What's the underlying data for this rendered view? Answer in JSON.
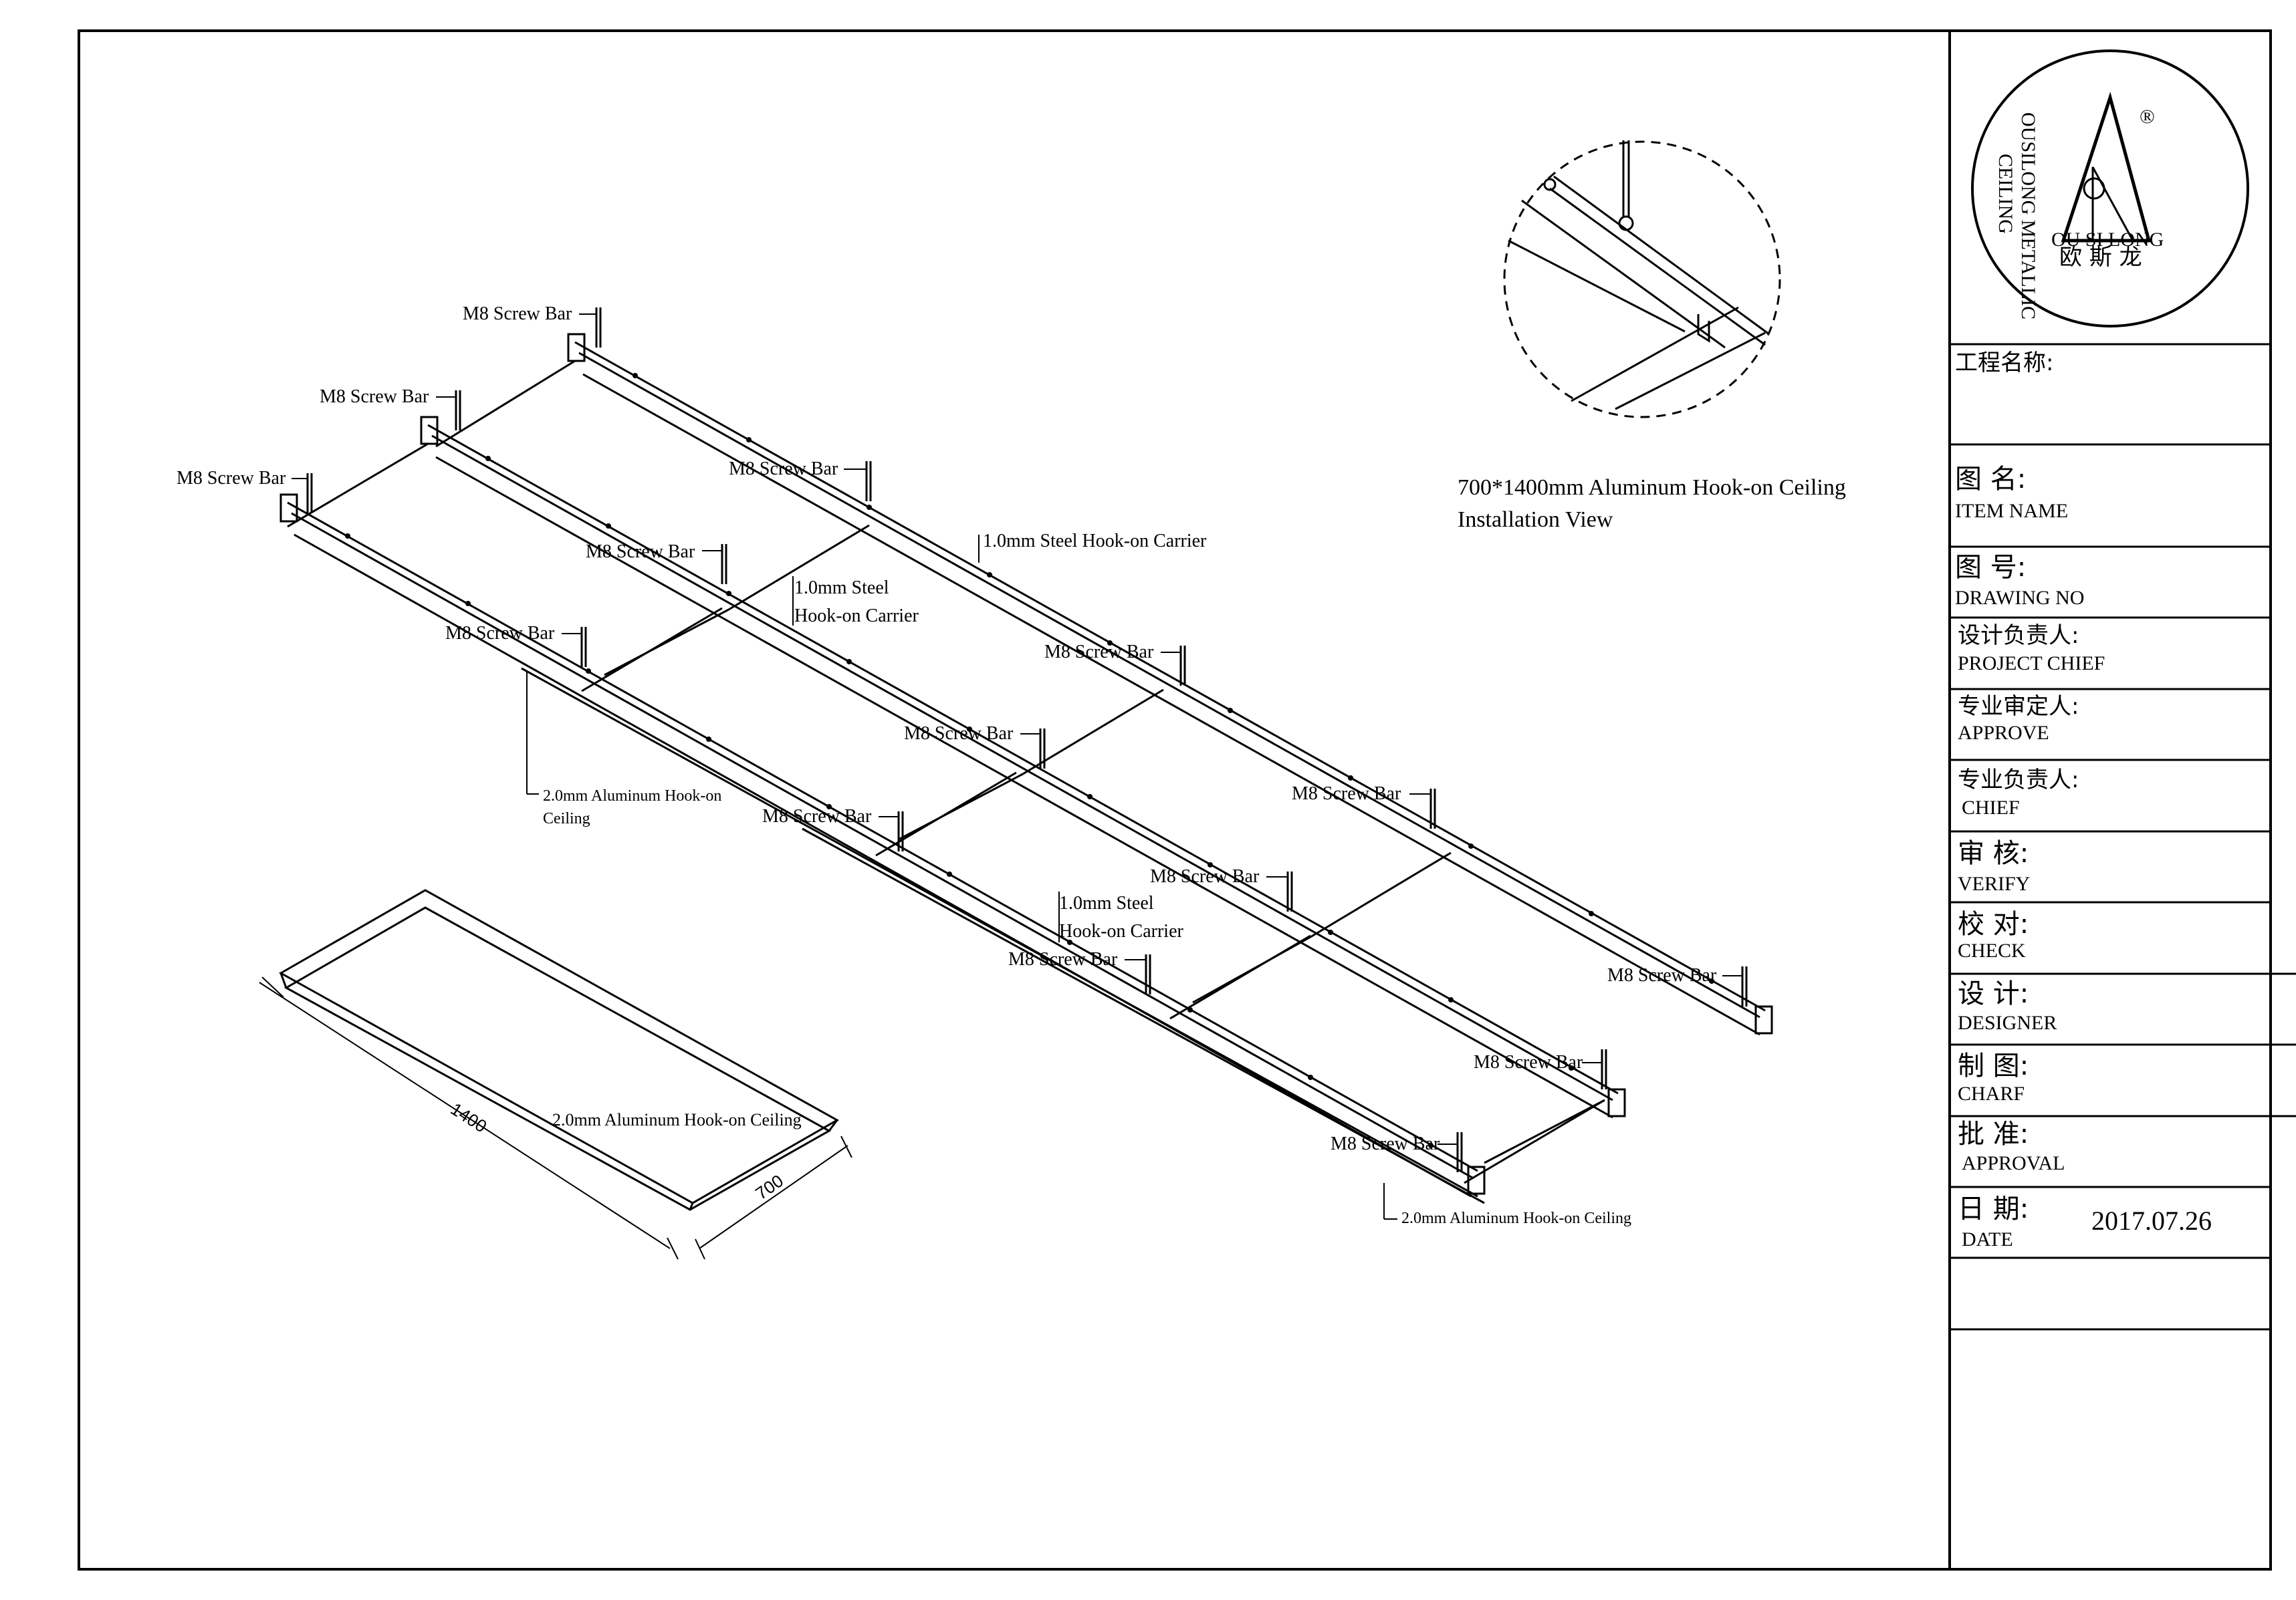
{
  "drawing": {
    "title_line1": "700*1400mm Aluminum Hook-on Ceiling",
    "title_line2": "Installation View"
  },
  "labels": {
    "m8_screw_bar": "M8 Screw Bar",
    "steel_carrier": "1.0mm Steel Hook-on Carrier",
    "steel_carrier_line1": "1.0mm Steel",
    "steel_carrier_line2": "Hook-on Carrier",
    "alu_ceiling": "2.0mm Aluminum Hook-on Ceiling",
    "alu_ceiling_line1": "2.0mm Aluminum Hook-on",
    "alu_ceiling_line2": "Ceiling"
  },
  "panel_detail": {
    "dim_length": "1400",
    "dim_width": "700",
    "label": "2.0mm Aluminum Hook-on Ceiling"
  },
  "logo": {
    "arc_text_line1": "OUSILONG METALLIC",
    "arc_text_line2": "CEILING",
    "brand_latin": "OU  SI  LONG",
    "brand_cn": "欧 斯 龙",
    "registered": "®"
  },
  "title_block": {
    "project_name": {
      "cn": "工程名称:",
      "en": ""
    },
    "item_name": {
      "cn": "图   名:",
      "en": "ITEM NAME"
    },
    "drawing_no": {
      "cn": "图   号:",
      "en": "DRAWING NO"
    },
    "project_chief": {
      "cn": "设计负责人:",
      "en": "PROJECT CHIEF"
    },
    "approve": {
      "cn": "专业审定人:",
      "en": "APPROVE"
    },
    "chief": {
      "cn": "专业负责人:",
      "en": "CHIEF"
    },
    "verify": {
      "cn": "审   核:",
      "en": "VERIFY"
    },
    "check": {
      "cn": "校   对:",
      "en": "CHECK"
    },
    "designer": {
      "cn": "设   计:",
      "en": "DESIGNER"
    },
    "charf": {
      "cn": "制   图:",
      "en": "CHARF"
    },
    "approval": {
      "cn": "批   准:",
      "en": "APPROVAL"
    },
    "date": {
      "cn": "日  期:",
      "en": "DATE",
      "value": "2017.07.26"
    }
  }
}
